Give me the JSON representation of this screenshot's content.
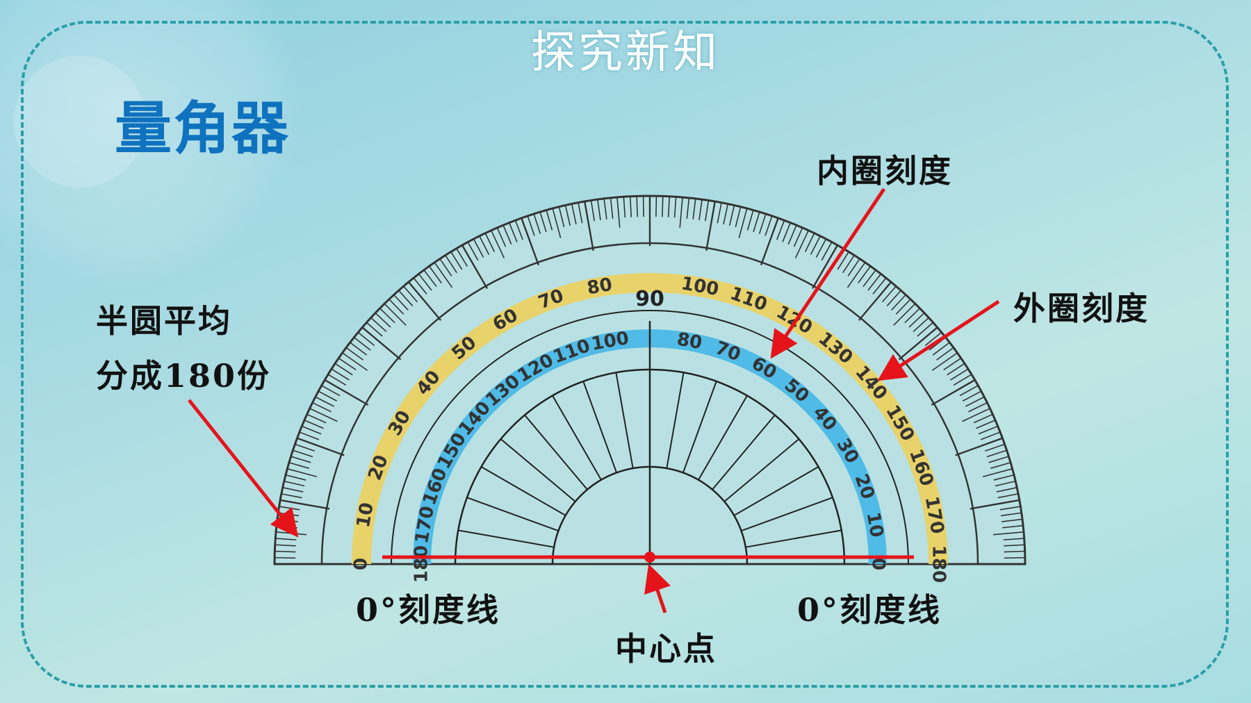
{
  "section_title": "探究新知",
  "slide_title": "量角器",
  "labels": {
    "semicircle_line1": "半圆平均",
    "semicircle_line2": "分成180份",
    "inner_scale": "内圈刻度",
    "outer_scale": "外圈刻度",
    "zero_line_left": "0°刻度线",
    "zero_line_right": "0°刻度线",
    "center_point": "中心点"
  },
  "protractor": {
    "top_label": "90",
    "outer_scale": [
      "0",
      "10",
      "20",
      "30",
      "40",
      "50",
      "60",
      "70",
      "80",
      "100",
      "110",
      "120",
      "130",
      "140",
      "150",
      "160",
      "170",
      "180"
    ],
    "inner_scale": [
      "180",
      "170",
      "160",
      "150",
      "140",
      "130",
      "120",
      "110",
      "100",
      "80",
      "70",
      "60",
      "50",
      "40",
      "30",
      "20",
      "10",
      "0"
    ]
  },
  "colors": {
    "outer_band": "#e8d26a",
    "inner_band": "#4fbbe6",
    "arrow": "#e5141a",
    "title_blue": "#0f72be",
    "frame": "#2a9fa8"
  }
}
